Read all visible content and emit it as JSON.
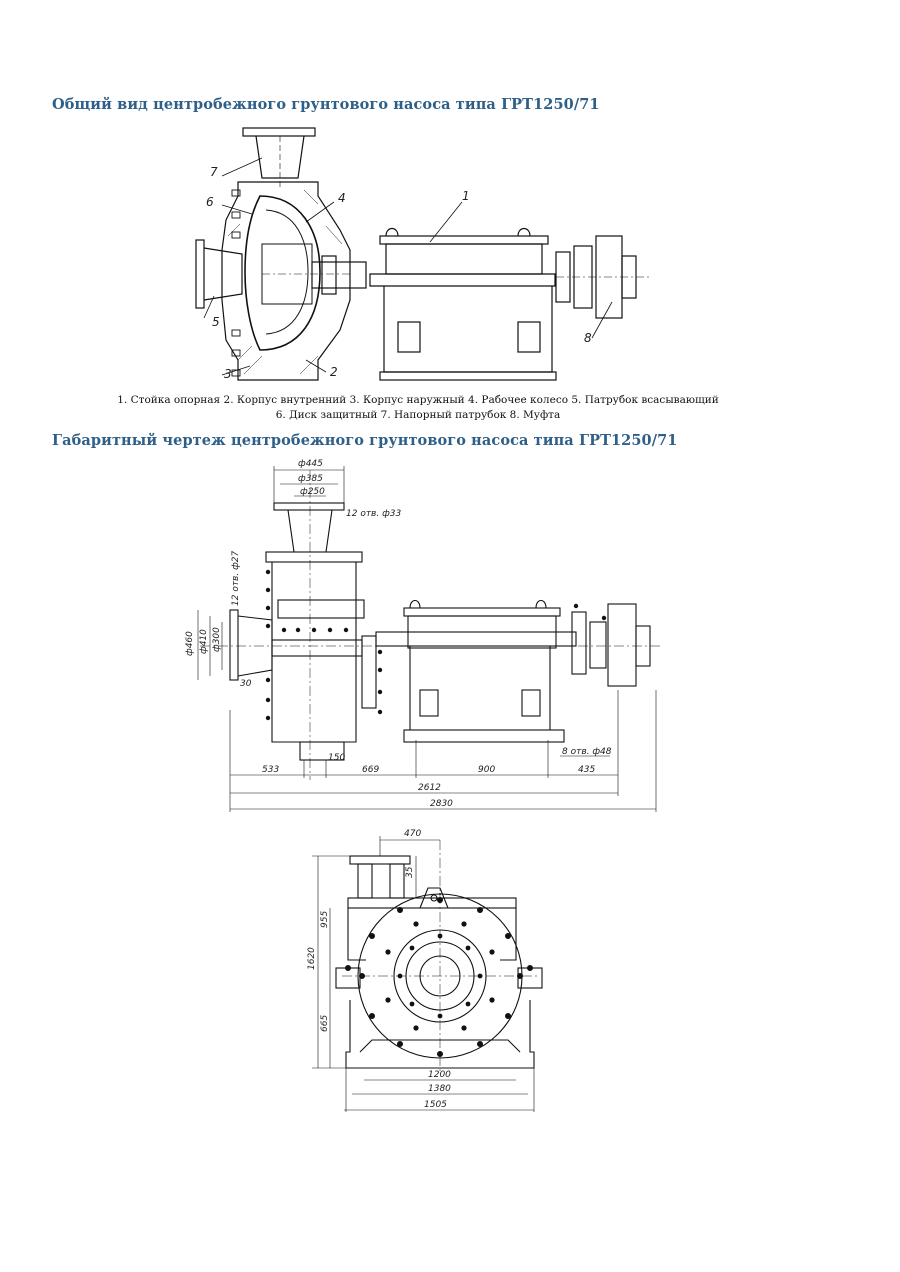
{
  "document": {
    "heading_general_view": "Общий вид центробежного грунтового насоса типа ГРТ1250/71",
    "caption_line1": "1. Стойка опорная 2. Корпус внутренний 3. Корпус наружный 4. Рабочее колесо 5. Патрубок всасывающий",
    "caption_line2": "6. Диск защитный 7. Напорный патрубок 8. Муфта",
    "heading_dimension_drawing": "Габаритный чертеж центробежного грунтового насоса типа ГРТ1250/71"
  },
  "drawing1": {
    "callouts": [
      "7",
      "6",
      "4",
      "1",
      "5",
      "3",
      "2",
      "8"
    ]
  },
  "drawing2": {
    "dims": {
      "d445": "ф445",
      "d385": "ф385",
      "d250": "ф250",
      "holes12_33": "12 отв. ф33",
      "holes12_27": "12 отв. ф27",
      "d460": "ф460",
      "d410": "ф410",
      "d300": "ф300",
      "l30": "30",
      "holes8_48": "8 отв. ф48",
      "l533": "533",
      "l150": "150",
      "l669": "669",
      "l900": "900",
      "l435": "435",
      "l2612": "2612",
      "l2830": "2830"
    }
  },
  "drawing3": {
    "dims": {
      "l470": "470",
      "l35": "35",
      "l955": "955",
      "l1620": "1620",
      "l665": "665",
      "l1200": "1200",
      "l1380": "1380",
      "l1505": "1505"
    }
  }
}
